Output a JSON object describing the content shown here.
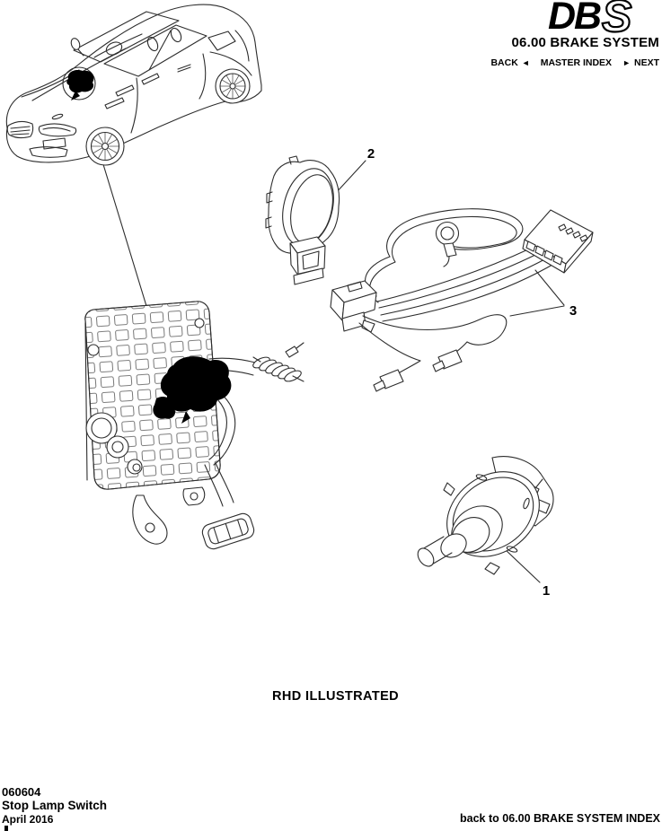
{
  "header": {
    "logo": {
      "db": "DB",
      "s": "S"
    },
    "title": "06.00 BRAKE SYSTEM",
    "nav": {
      "back": "BACK",
      "back_arrow": "◄",
      "master_index": "MASTER INDEX",
      "next_arrow": "►",
      "next": "NEXT"
    }
  },
  "figure": {
    "note": "RHD ILLUSTRATED",
    "callouts": {
      "switch": "1",
      "bracket": "2",
      "harness": "3"
    }
  },
  "footer": {
    "doc_number": "060604",
    "doc_title": "Stop Lamp Switch",
    "date": "April 2016",
    "back_link": "back to 06.00 BRAKE SYSTEM INDEX"
  }
}
